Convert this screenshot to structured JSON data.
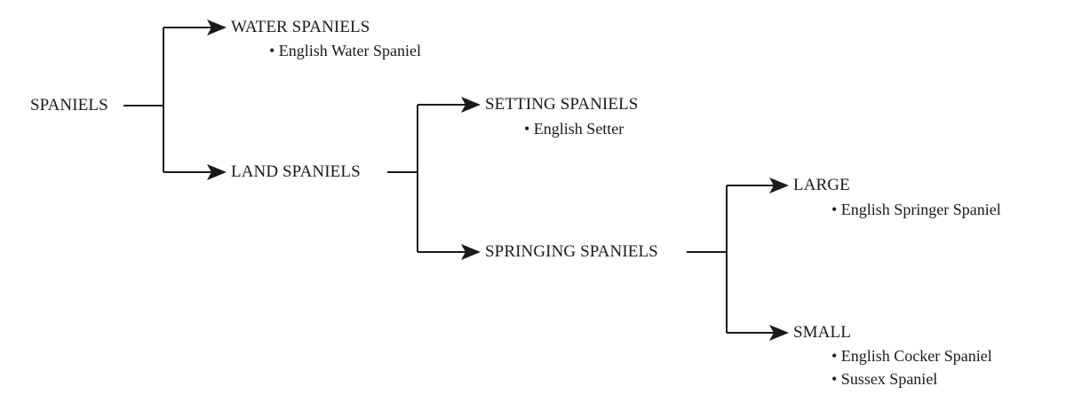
{
  "tree": {
    "root": {
      "label": "SPANIELS"
    },
    "water": {
      "label": "WATER SPANIELS",
      "breeds": [
        "• English Water Spaniel"
      ]
    },
    "land": {
      "label": "LAND SPANIELS"
    },
    "setting": {
      "label": "SETTING SPANIELS",
      "breeds": [
        "• English Setter"
      ]
    },
    "springing": {
      "label": "SPRINGING SPANIELS"
    },
    "large": {
      "label": "LARGE",
      "breeds": [
        "• English Springer Spaniel"
      ]
    },
    "small": {
      "label": "SMALL",
      "breeds": [
        "• English Cocker Spaniel",
        "• Sussex Spaniel"
      ]
    }
  }
}
